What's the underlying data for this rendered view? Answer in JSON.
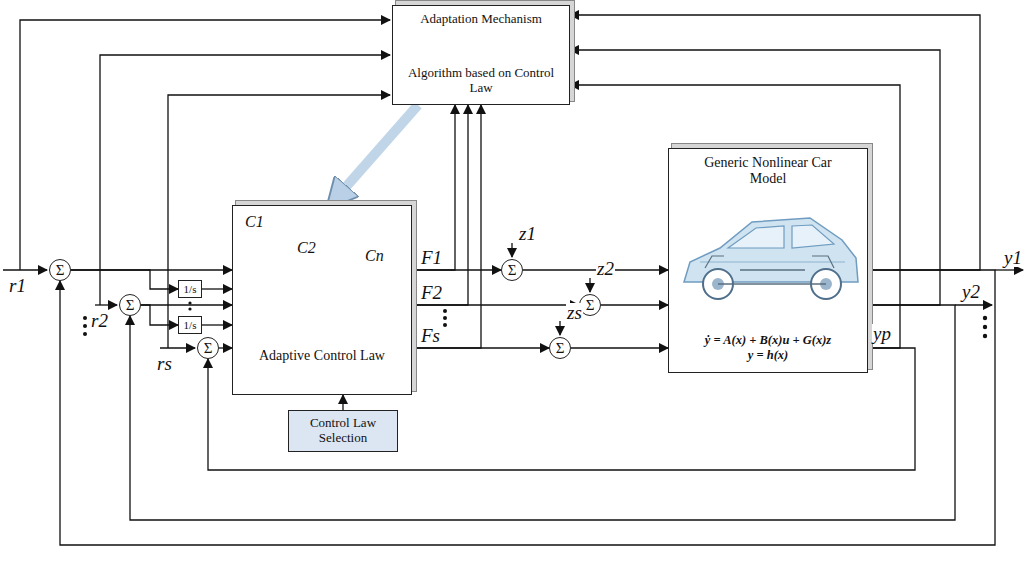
{
  "diagram": {
    "nodes": [
      {
        "text": [
          "Adaptation Mechanism",
          "Algorithm based on Control Law"
        ]
      },
      {
        "text": [
          "Adaptive Control Law"
        ]
      },
      {
        "text": [
          "Control Law Selection"
        ]
      },
      {
        "text": [
          "Generic Nonlinear Car Model",
          "ẏ = A(x) + B(x)u + G(x)z",
          "y = h(x)"
        ]
      },
      {
        "text": [
          "Σ"
        ]
      },
      {
        "text": [
          "Σ"
        ]
      },
      {
        "text": [
          "Σ"
        ]
      },
      {
        "text": [
          "1/s"
        ]
      },
      {
        "text": [
          "1/s"
        ]
      },
      {
        "text": [
          "Σ"
        ]
      },
      {
        "text": [
          "Σ"
        ]
      },
      {
        "text": [
          "Σ"
        ]
      }
    ],
    "edges": [
      {
        "from": 4,
        "to": 1,
        "arrow": "to"
      },
      {
        "from": 4,
        "to": 7,
        "arrow": "to"
      },
      {
        "from": 7,
        "to": 1,
        "arrow": "to"
      },
      {
        "from": 5,
        "to": 1,
        "arrow": "to"
      },
      {
        "from": 5,
        "to": 8,
        "arrow": "to"
      },
      {
        "from": 8,
        "to": 1,
        "arrow": "to"
      },
      {
        "from": 6,
        "to": 1,
        "arrow": "to"
      },
      {
        "from": 1,
        "to": 9,
        "label": "F1",
        "arrow": "to"
      },
      {
        "from": 1,
        "to": 10,
        "label": "F2",
        "arrow": "to"
      },
      {
        "from": 1,
        "to": 11,
        "label": "Fs",
        "arrow": "to"
      },
      {
        "from": 1,
        "to": 0,
        "arrow": "to"
      },
      {
        "from": 1,
        "to": 0,
        "arrow": "to"
      },
      {
        "from": 1,
        "to": 0,
        "arrow": "to"
      },
      {
        "from": 9,
        "to": 3,
        "arrow": "to"
      },
      {
        "from": 10,
        "to": 3,
        "arrow": "to"
      },
      {
        "from": 11,
        "to": 3,
        "arrow": "to"
      },
      {
        "from": 0,
        "to": 1,
        "arrow": "to"
      },
      {
        "from": 2,
        "to": 1,
        "arrow": "to"
      },
      {
        "from": 3,
        "to": 4,
        "arrow": "to"
      },
      {
        "from": 3,
        "to": 5,
        "arrow": "to"
      },
      {
        "from": 3,
        "to": 6,
        "arrow": "to"
      },
      {
        "from": 3,
        "to": 0,
        "arrow": "to"
      },
      {
        "from": 3,
        "to": 0,
        "arrow": "to"
      },
      {
        "from": 3,
        "to": 0,
        "arrow": "to"
      }
    ],
    "labels": [
      "r1",
      "r2",
      "rs",
      "z1",
      "z2",
      "zs",
      "y1",
      "y2",
      "yp",
      "C1",
      "C2",
      "Cn"
    ]
  }
}
